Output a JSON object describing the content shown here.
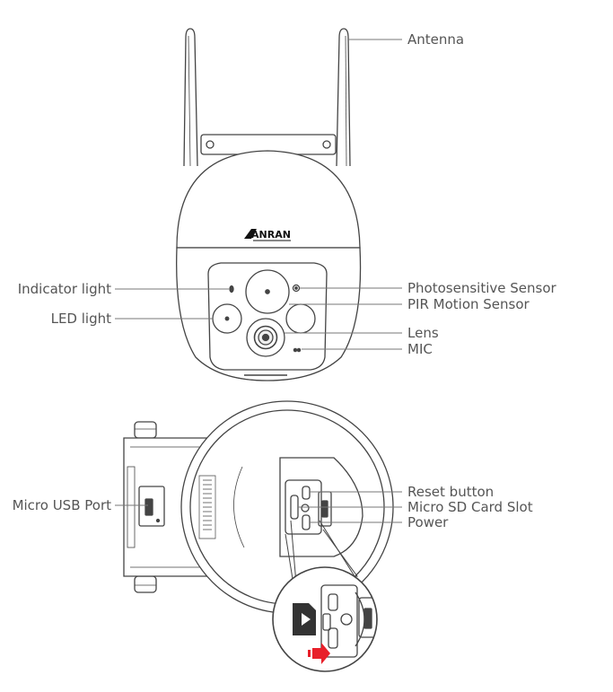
{
  "brand": "ANRAN",
  "labels": {
    "antenna": "Antenna",
    "indicator_light": "Indicator light",
    "led_light": "LED light",
    "photosensitive_sensor": "Photosensitive Sensor",
    "pir_motion_sensor": "PIR Motion Sensor",
    "lens": "Lens",
    "mic": "MIC",
    "micro_usb_port": "Micro USB Port",
    "reset_button": "Reset button",
    "micro_sd_card_slot": "Micro SD Card Slot",
    "power": "Power"
  },
  "colors": {
    "stroke": "#444444",
    "label_text": "#555555",
    "leader_line": "#777777",
    "sd_card": "#333333",
    "insert_arrow": "#e8202a"
  }
}
